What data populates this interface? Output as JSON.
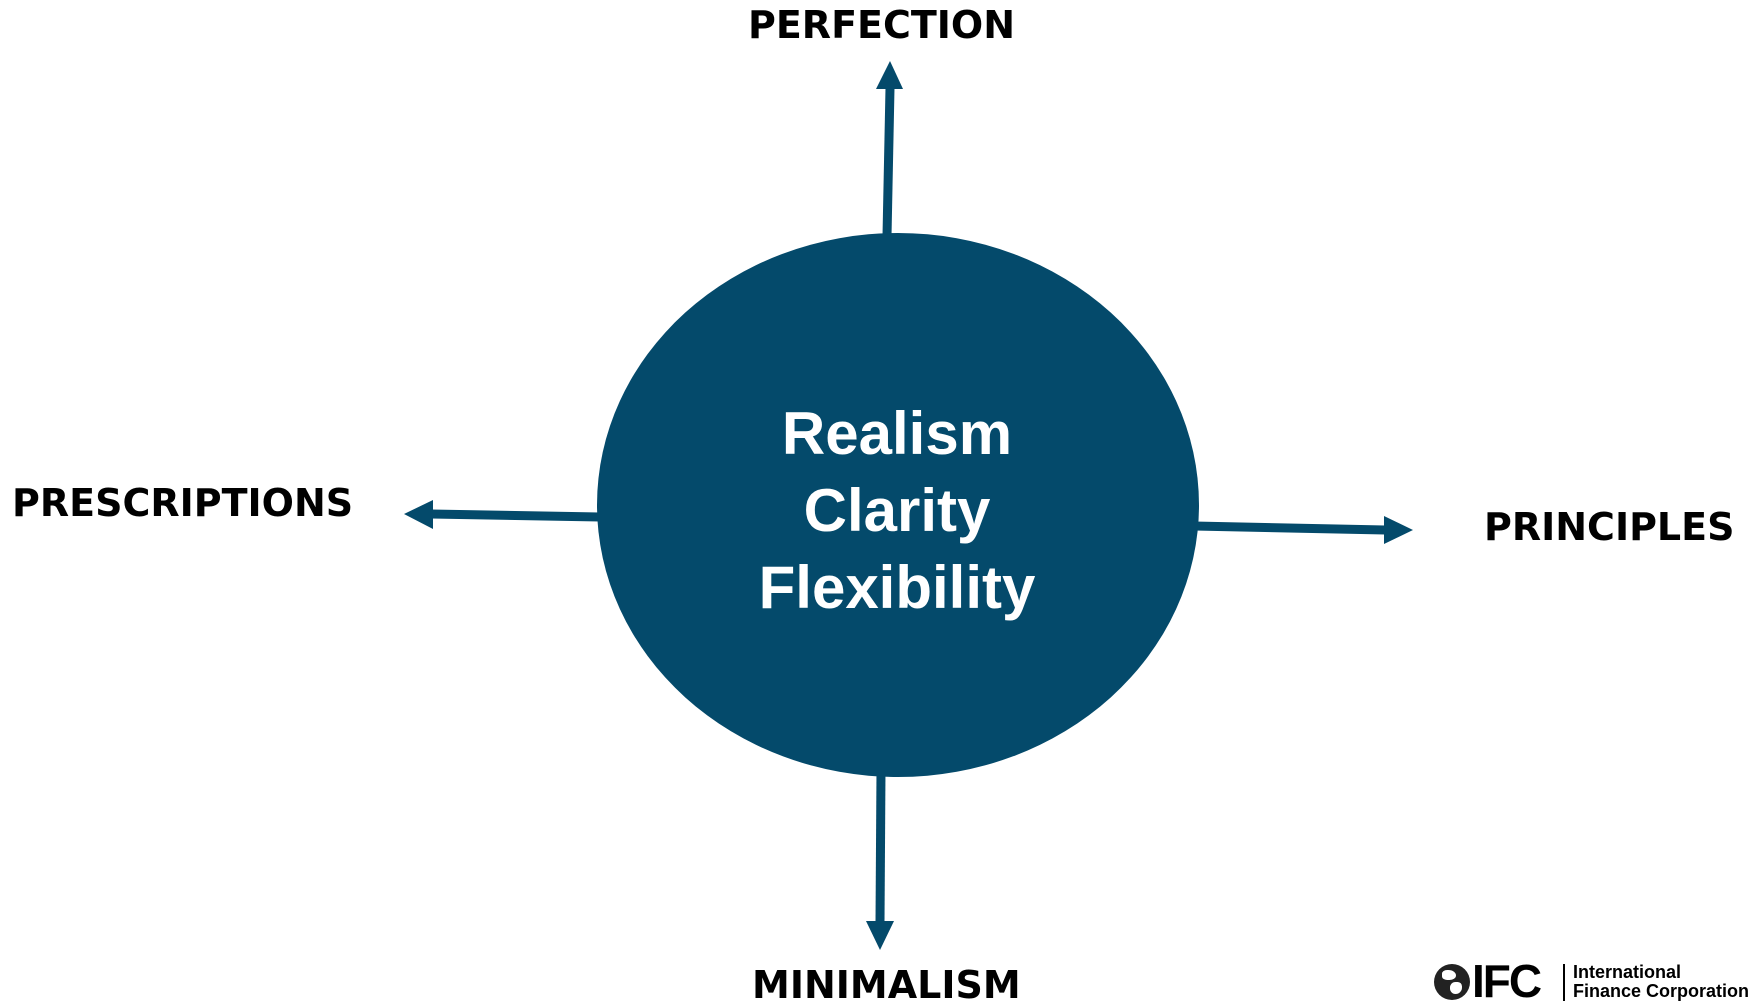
{
  "colors": {
    "accent": "#044A6B",
    "label_text": "#000000",
    "center_text": "#FFFFFF",
    "background": "#FFFFFF"
  },
  "labels": {
    "top": "PERFECTION",
    "left": "PRESCRIPTIONS",
    "right": "PRINCIPLES",
    "bottom": "MINIMALISM"
  },
  "center": {
    "lines": [
      "Realism",
      "Clarity",
      "Flexibility"
    ]
  },
  "logo": {
    "mark": "IFC",
    "line1": "International",
    "line2": "Finance Corporation",
    "icon": "globe-icon"
  }
}
